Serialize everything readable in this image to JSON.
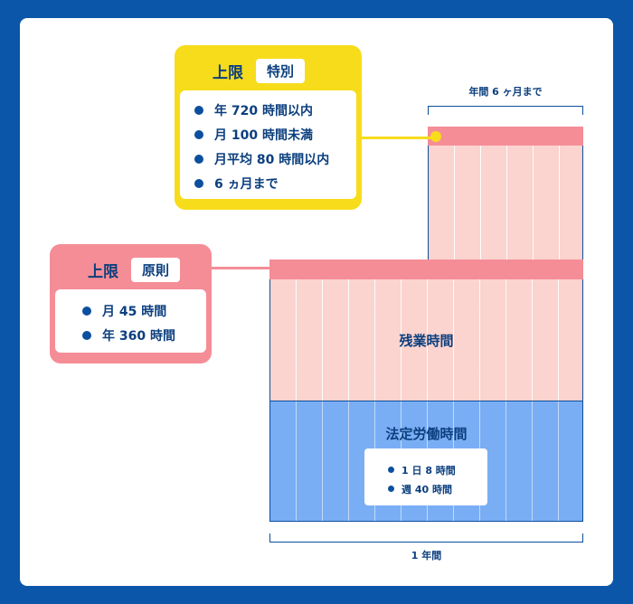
{
  "special_cap": {
    "title": "上限",
    "tag": "特別",
    "items": [
      "年 720 時間以内",
      "月 100 時間未満",
      "月平均 80 時間以内",
      "6 ヵ月まで"
    ]
  },
  "basic_cap": {
    "title": "上限",
    "tag": "原則",
    "items": [
      "月 45 時間",
      "年 360 時間"
    ]
  },
  "bracket_top_label": "年間 6 ヶ月まで",
  "bracket_bottom_label": "1 年間",
  "overtime_label": "残業時間",
  "legal_hours": {
    "label": "法定労働時間",
    "items": [
      "1 日 8 時間",
      "週 40 時間"
    ]
  },
  "colors": {
    "frame": "#0b56a8",
    "text": "#0b3f7e",
    "special": "#f7dc1c",
    "basic": "#f58d97",
    "overtime_fill": "#fbd3cf",
    "legal_fill": "#79aef5"
  }
}
